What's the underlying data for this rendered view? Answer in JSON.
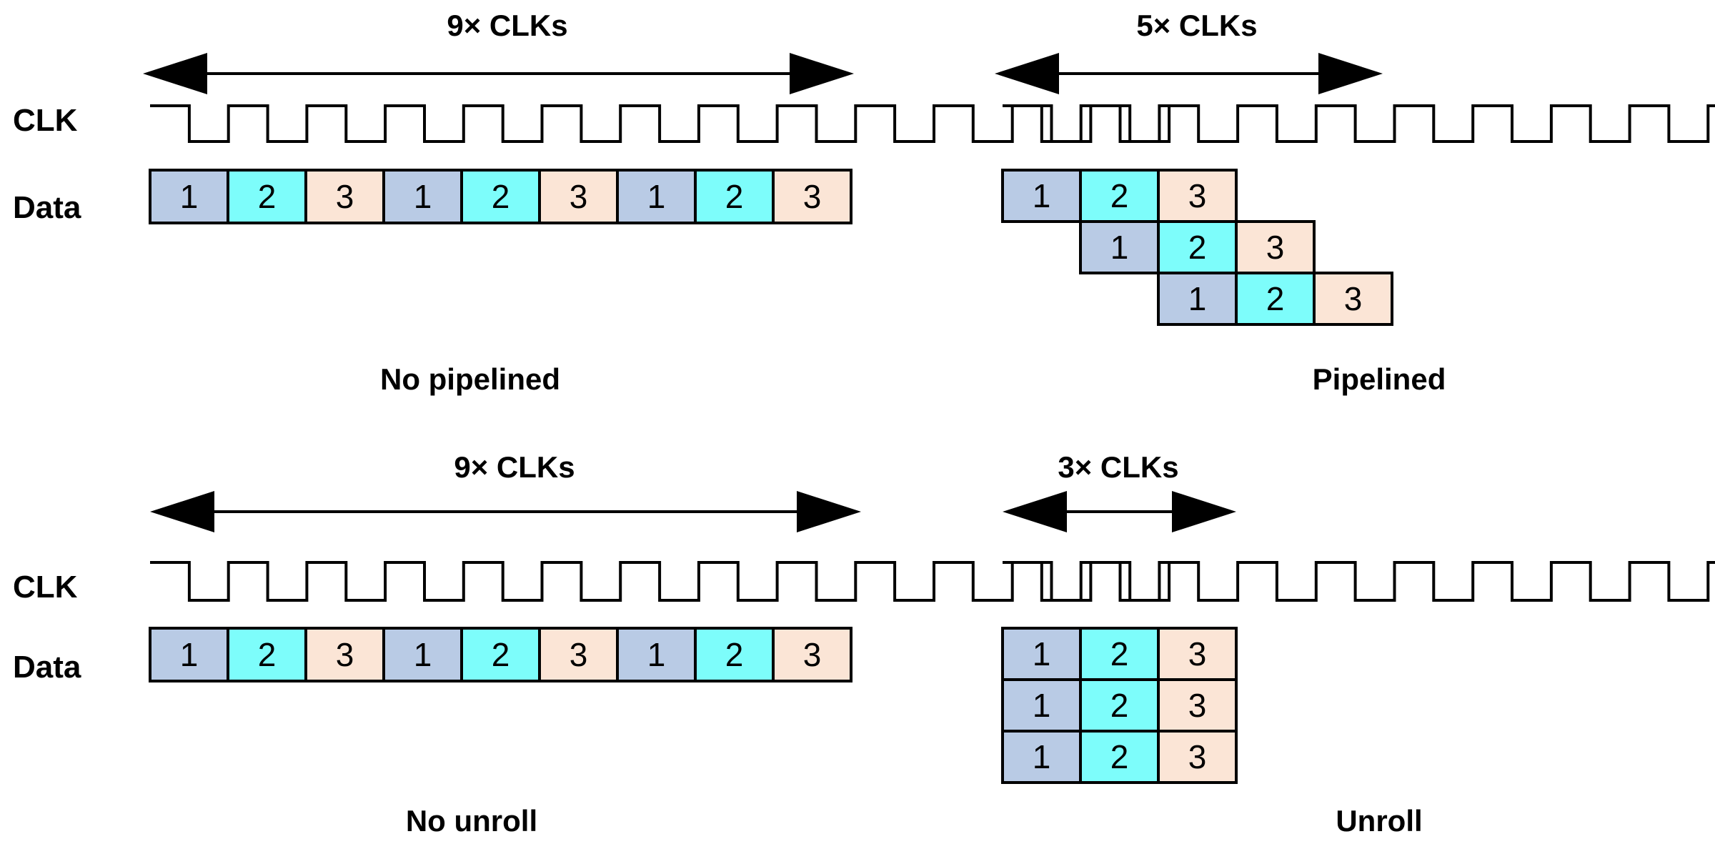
{
  "colors": {
    "stage_1": "#b9cbe5",
    "stage_2": "#7dfdfb",
    "stage_3": "#fbe5d6"
  },
  "panels": [
    {
      "id": "no-pipelined",
      "title": "No pipelined",
      "arrow_label": "9× CLKs",
      "clk_label": "CLK",
      "data_label": "Data",
      "rows": [
        [
          "1",
          "2",
          "3",
          "1",
          "2",
          "3",
          "1",
          "2",
          "3"
        ]
      ]
    },
    {
      "id": "pipelined",
      "title": "Pipelined",
      "arrow_label": "5× CLKs",
      "rows": [
        [
          "1",
          "2",
          "3"
        ],
        [
          "1",
          "2",
          "3"
        ],
        [
          "1",
          "2",
          "3"
        ]
      ]
    },
    {
      "id": "no-unroll",
      "title": "No unroll",
      "arrow_label": "9× CLKs",
      "clk_label": "CLK",
      "data_label": "Data",
      "rows": [
        [
          "1",
          "2",
          "3",
          "1",
          "2",
          "3",
          "1",
          "2",
          "3"
        ]
      ]
    },
    {
      "id": "unroll",
      "title": "Unroll",
      "arrow_label": "3× CLKs",
      "rows": [
        [
          "1",
          "2",
          "3"
        ],
        [
          "1",
          "2",
          "3"
        ],
        [
          "1",
          "2",
          "3"
        ]
      ]
    }
  ]
}
